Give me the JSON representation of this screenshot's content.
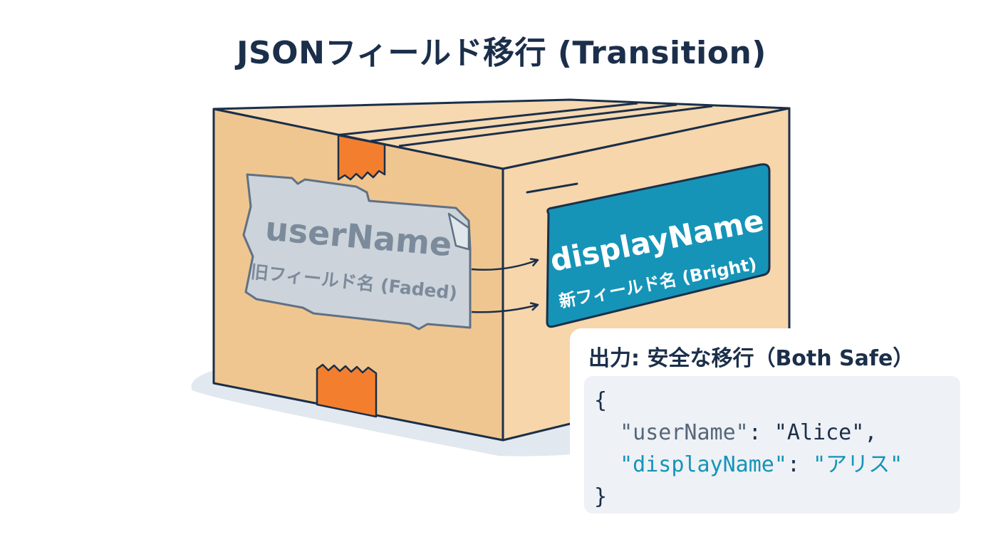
{
  "title": "JSONフィールド移行 (Transition)",
  "old_label": {
    "field": "userName",
    "caption": "旧フィールド名 (Faded)"
  },
  "new_label": {
    "field": "displayName",
    "caption": "新フィールド名 (Bright)"
  },
  "output": {
    "heading": "出力: 安全な移行（Both Safe）",
    "open_brace": "{",
    "close_brace": "}",
    "lines": [
      {
        "key": "\"userName\"",
        "colon": ": ",
        "value": "\"Alice\"",
        "trail": ","
      },
      {
        "key": "\"displayName\"",
        "colon": ": ",
        "value": "\"アリス\"",
        "trail": ""
      }
    ]
  },
  "colors": {
    "navy": "#1b2f4a",
    "cardboard_front": "#f0c898",
    "cardboard_side": "#f6d7ac",
    "tape": "#f37f2e",
    "new_label_bg": "#1594b8",
    "old_label_bg": "#c7d2dc",
    "code_bg": "#eef1f5"
  }
}
